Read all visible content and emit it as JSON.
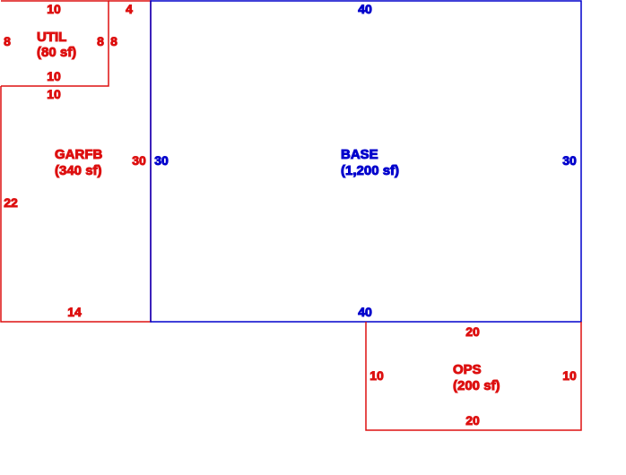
{
  "colors": {
    "base": "#0000cc",
    "addition": "#dd1111"
  },
  "areas": {
    "util": {
      "name": "UTIL",
      "area": "(80 sf)",
      "dims": {
        "top": "10",
        "left": "8",
        "right": "8",
        "bottom": "10"
      }
    },
    "garfb": {
      "name": "GARFB",
      "area": "(340 sf)",
      "dims": {
        "top_gap": "4",
        "right_upper": "8",
        "right": "30",
        "left": "22",
        "bottom": "14",
        "top": "10"
      }
    },
    "base": {
      "name": "BASE",
      "area": "(1,200 sf)",
      "dims": {
        "top": "40",
        "left": "30",
        "right": "30",
        "bottom": "40"
      }
    },
    "ops": {
      "name": "OPS",
      "area": "(200 sf)",
      "dims": {
        "top": "20",
        "left": "10",
        "right": "10",
        "bottom": "20"
      }
    }
  }
}
